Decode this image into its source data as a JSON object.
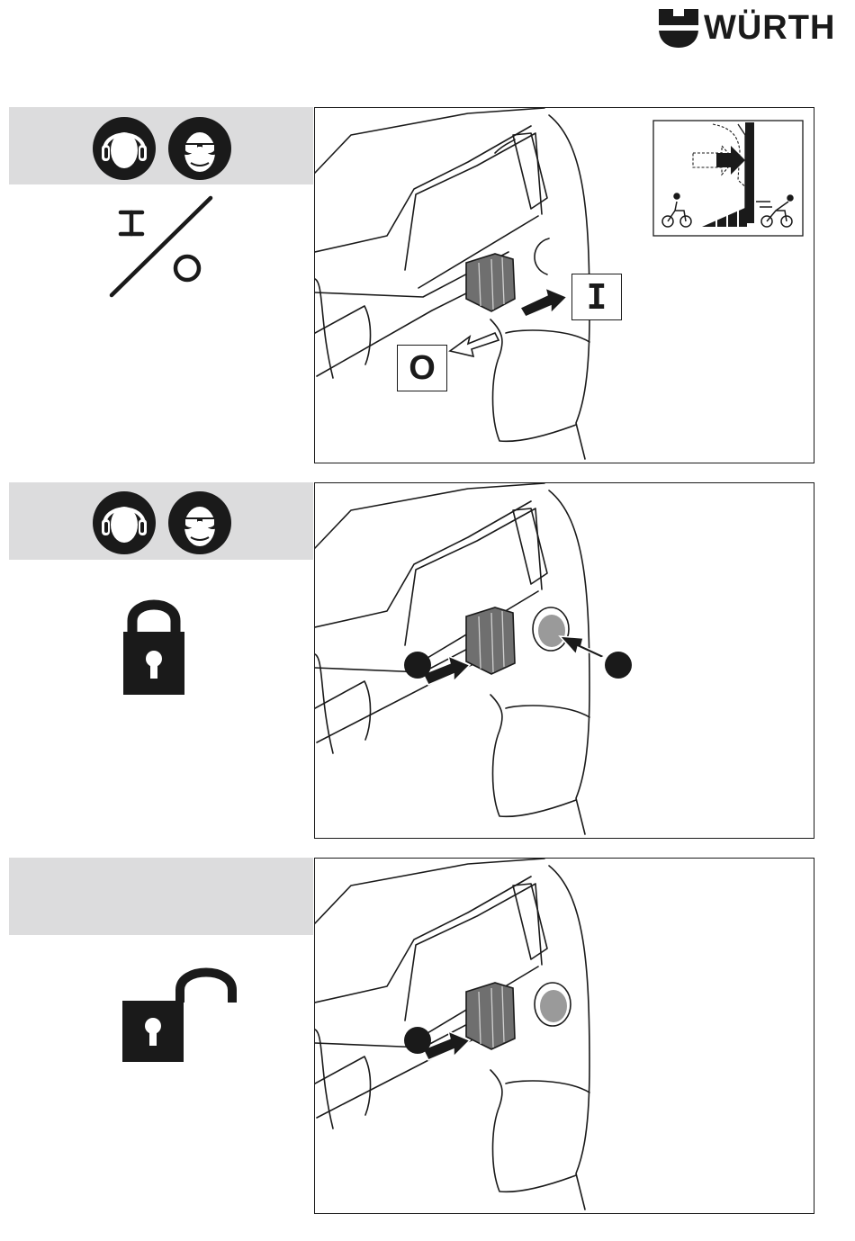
{
  "header": {
    "brand": "WÜRTH",
    "logo_icon": "wurth-logo-icon"
  },
  "colors": {
    "band": "#dcdcdd",
    "ink": "#1a1a1a",
    "button": "#9a9a9a"
  },
  "sections": [
    {
      "ppe_icons": [
        "ear-protection-icon",
        "eye-protection-icon"
      ],
      "symbol_icon": "on-off-symbol-icon",
      "figure": {
        "on_label": "I",
        "off_label": "O",
        "inset_icons": [
          "push-arrow-icon",
          "slow-cyclist-icon",
          "speed-ramp-icon",
          "fast-cyclist-icon"
        ]
      }
    },
    {
      "ppe_icons": [
        "ear-protection-icon",
        "eye-protection-icon"
      ],
      "symbol_icon": "padlock-closed-icon",
      "figure": {
        "markers": [
          "step-marker-1",
          "step-marker-2"
        ]
      }
    },
    {
      "ppe_icons": [],
      "symbol_icon": "padlock-open-icon",
      "figure": {
        "markers": [
          "step-marker-1"
        ]
      }
    }
  ]
}
